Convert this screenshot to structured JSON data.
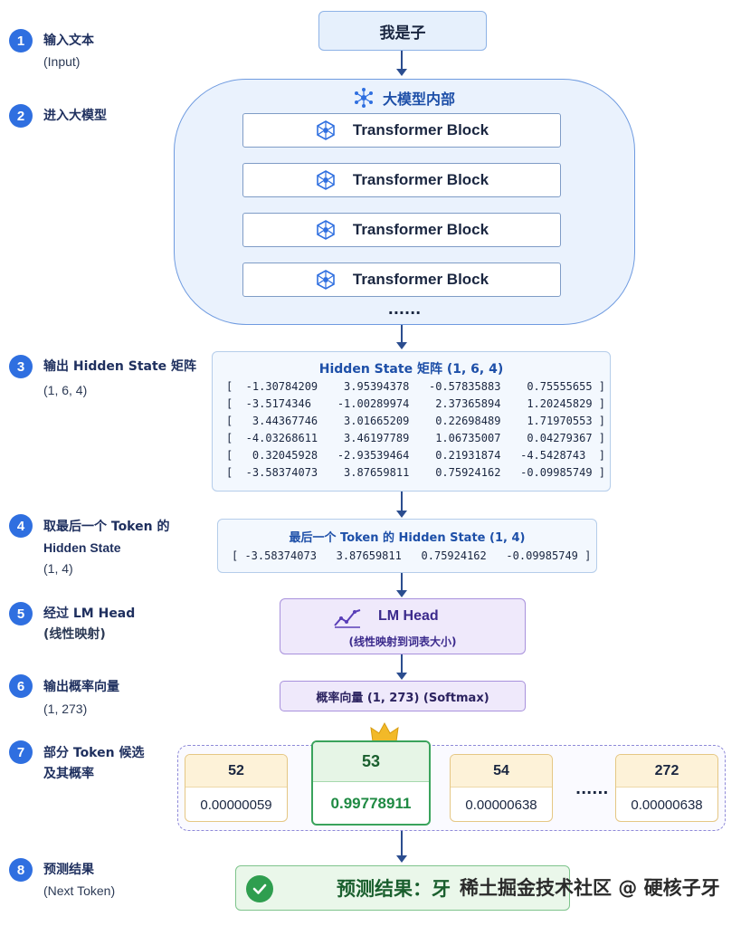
{
  "steps": [
    {
      "num": "1",
      "label": "输入文本",
      "sub": "(Input)"
    },
    {
      "num": "2",
      "label": "进入大模型"
    },
    {
      "num": "3",
      "label": "输出 Hidden State 矩阵",
      "sub": "(1, 6, 4)"
    },
    {
      "num": "4",
      "label_l1": "取最后一个 Token 的",
      "label_l2": "Hidden State",
      "sub": "(1, 4)"
    },
    {
      "num": "5",
      "label": "经过 LM Head",
      "sub": "(线性映射)"
    },
    {
      "num": "6",
      "label": "输出概率向量",
      "sub": "(1, 273)"
    },
    {
      "num": "7",
      "label_l1": "部分 Token 候选",
      "label_l2": "及其概率"
    },
    {
      "num": "8",
      "label": "预测结果",
      "sub": "(Next Token)"
    }
  ],
  "input_text": "我是子",
  "model": {
    "title": "大模型内部",
    "block_label": "Transformer Block",
    "ellipsis": "......"
  },
  "hidden_state": {
    "title": "Hidden State 矩阵 (1, 6, 4)",
    "rows": [
      "[  -1.30784209    3.95394378   -0.57835883    0.75555655 ]",
      "[  -3.5174346    -1.00289974    2.37365894    1.20245829 ]",
      "[   3.44367746    3.01665209    0.22698489    1.71970553 ]",
      "[  -4.03268611    3.46197789    1.06735007    0.04279367 ]",
      "[   0.32045928   -2.93539464    0.21931874   -4.5428743  ]",
      "[  -3.58374073    3.87659811    0.75924162   -0.09985749 ]"
    ]
  },
  "last_token": {
    "title": "最后一个 Token 的 Hidden State (1, 4)",
    "row": "[ -3.58374073   3.87659811   0.75924162   -0.09985749 ]"
  },
  "lm_head": {
    "title": "LM Head",
    "subtitle": "(线性映射到词表大小)"
  },
  "softmax": {
    "label": "概率向量 (1, 273) (Softmax)"
  },
  "candidates": [
    {
      "token": "52",
      "prob": "0.00000059"
    },
    {
      "token": "53",
      "prob": "0.99778911"
    },
    {
      "token": "54",
      "prob": "0.00000638"
    },
    {
      "token": "272",
      "prob": "0.00000638"
    }
  ],
  "candidates_ellipsis": "......",
  "result": {
    "label": "预测结果：牙"
  },
  "watermark": "稀土掘金技术社区 @ 硬核子牙",
  "colors": {
    "accent": "#2f6fe0",
    "winner": "#3aa35c",
    "lm_head": "#a891dc"
  }
}
